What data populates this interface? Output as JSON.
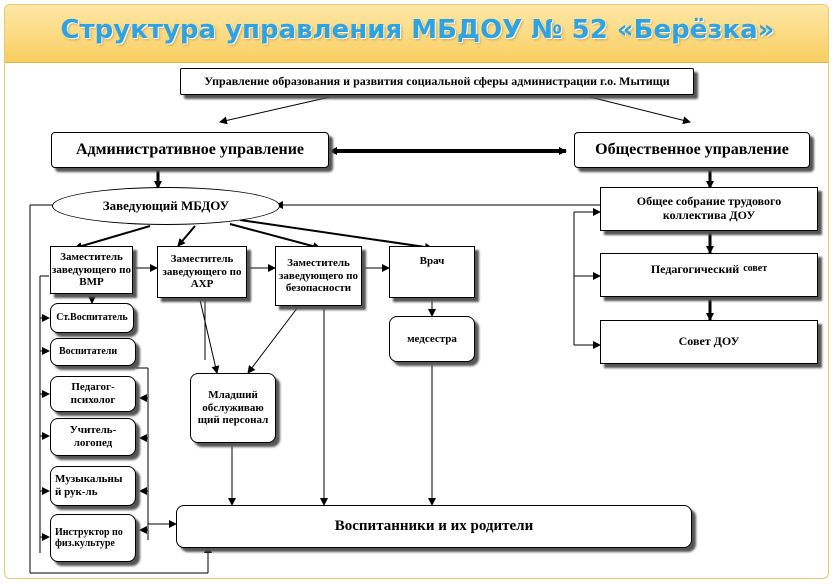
{
  "title": "Структура управления МБДОУ № 52 «Берёзка»",
  "nodes": {
    "top": "Управление образования и развития социальной сферы администрации г.о. Мытищи",
    "admin": "Административное управление",
    "public": "Общественное управление",
    "head": "Заведующий МБДОУ",
    "dep_vmr": "Заместитель заведующего по ВМР",
    "dep_ahr": "Заместитель заведующего по АХР",
    "dep_safety": "Заместитель заведующего по безопасности",
    "doctor": "Врач",
    "nurse": "медсестра",
    "junior": "Младший обслуживаю щий персонал",
    "senior_teacher": "Ст.Воспитатель",
    "teachers": "Воспитатели",
    "psych": "Педагог-психолог",
    "speech": "Учитель-логопед",
    "music": "Музыкальны й рук-ль",
    "pe": "Инструктор по физ.культуре",
    "pupils": "Воспитанники и их родители",
    "general_meeting": "Общее собрание трудового коллектива ДОУ",
    "ped_council": "Педагогический",
    "ped_council_small": "совет",
    "council": "Совет ДОУ"
  }
}
